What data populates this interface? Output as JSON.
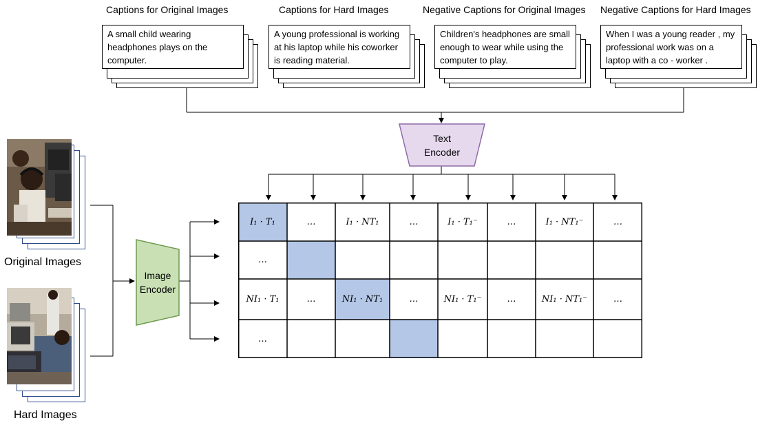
{
  "caption_groups": [
    {
      "title": "Captions for Original Images",
      "text": "A small child wearing headphones plays on the computer."
    },
    {
      "title": "Captions for Hard Images",
      "text": "A young professional is working at his laptop while his coworker is reading material."
    },
    {
      "title": "Negative Captions for Original Images",
      "text": "Children's headphones are small enough to wear while using the computer to play."
    },
    {
      "title": "Negative Captions for Hard Images",
      "text": "When I was a young reader , my professional work was on a laptop with a co - worker ."
    }
  ],
  "text_encoder": {
    "line1": "Text",
    "line2": "Encoder",
    "fill": "#e6d9ee",
    "stroke": "#8e6aa8"
  },
  "image_encoder": {
    "line1": "Image",
    "line2": "Encoder",
    "fill": "#c9e0b5",
    "stroke": "#6f9a4f"
  },
  "image_groups": [
    {
      "label": "Original Images"
    },
    {
      "label": "Hard Images"
    }
  ],
  "matrix": {
    "highlight_color": "#b4c7e7",
    "rows": [
      [
        "I₁ · T₁",
        "…",
        "I₁ · NT₁",
        "…",
        "I₁ · T₁⁻",
        "…",
        "I₁ · NT₁⁻",
        "…"
      ],
      [
        "…",
        "",
        "",
        "",
        "",
        "",
        "",
        ""
      ],
      [
        "NI₁ · T₁",
        "…",
        "NI₁ · NT₁",
        "…",
        "NI₁ · T₁⁻",
        "…",
        "NI₁ · NT₁⁻",
        "…"
      ],
      [
        "…",
        "",
        "",
        "",
        "",
        "",
        "",
        ""
      ]
    ],
    "highlighted": [
      [
        0,
        0
      ],
      [
        1,
        1
      ],
      [
        2,
        2
      ],
      [
        3,
        3
      ]
    ]
  },
  "colors": {
    "line": "#000000",
    "photo_border": "#2f4a8a"
  }
}
